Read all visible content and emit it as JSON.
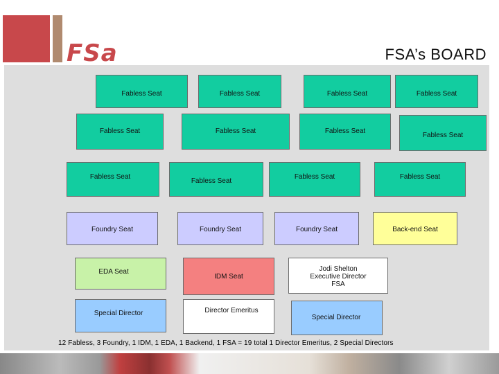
{
  "header": {
    "logo": "FSa",
    "title": "FSA’s BOARD"
  },
  "seats": {
    "r1c1": "Fabless Seat",
    "r1c2": "Fabless Seat",
    "r1c3": "Fabless Seat",
    "r1c4": "Fabless Seat",
    "r2c1": "Fabless Seat",
    "r2c2": "Fabless Seat",
    "r2c3": "Fabless Seat",
    "r2c4": "Fabless Seat",
    "r3c1": "Fabless Seat",
    "r3c2": "Fabless Seat",
    "r3c3": "Fabless Seat",
    "r3c4": "Fabless Seat",
    "r4c1": "Foundry Seat",
    "r4c2": "Foundry Seat",
    "r4c3": "Foundry Seat",
    "r4c4": "Back-end Seat",
    "eda": "EDA Seat",
    "idm": "IDM Seat",
    "exec_line1": "Jodi Shelton",
    "exec_line2": "Executive Director",
    "exec_line3": "FSA",
    "special1": "Special Director",
    "emeritus": "Director Emeritus",
    "special2": "Special Director"
  },
  "footer": {
    "note": "12 Fabless, 3 Foundry, 1 IDM, 1 EDA, 1 Backend, 1 FSA = 19 total  1 Director Emeritus, 2 Special Directors"
  },
  "colors": {
    "fabless": "#12cda0",
    "foundry": "#ccccff",
    "backend": "#ffff99",
    "eda": "#c8f2a8",
    "idm": "#f48080",
    "special": "#99ccff",
    "brand": "#c8484b"
  }
}
